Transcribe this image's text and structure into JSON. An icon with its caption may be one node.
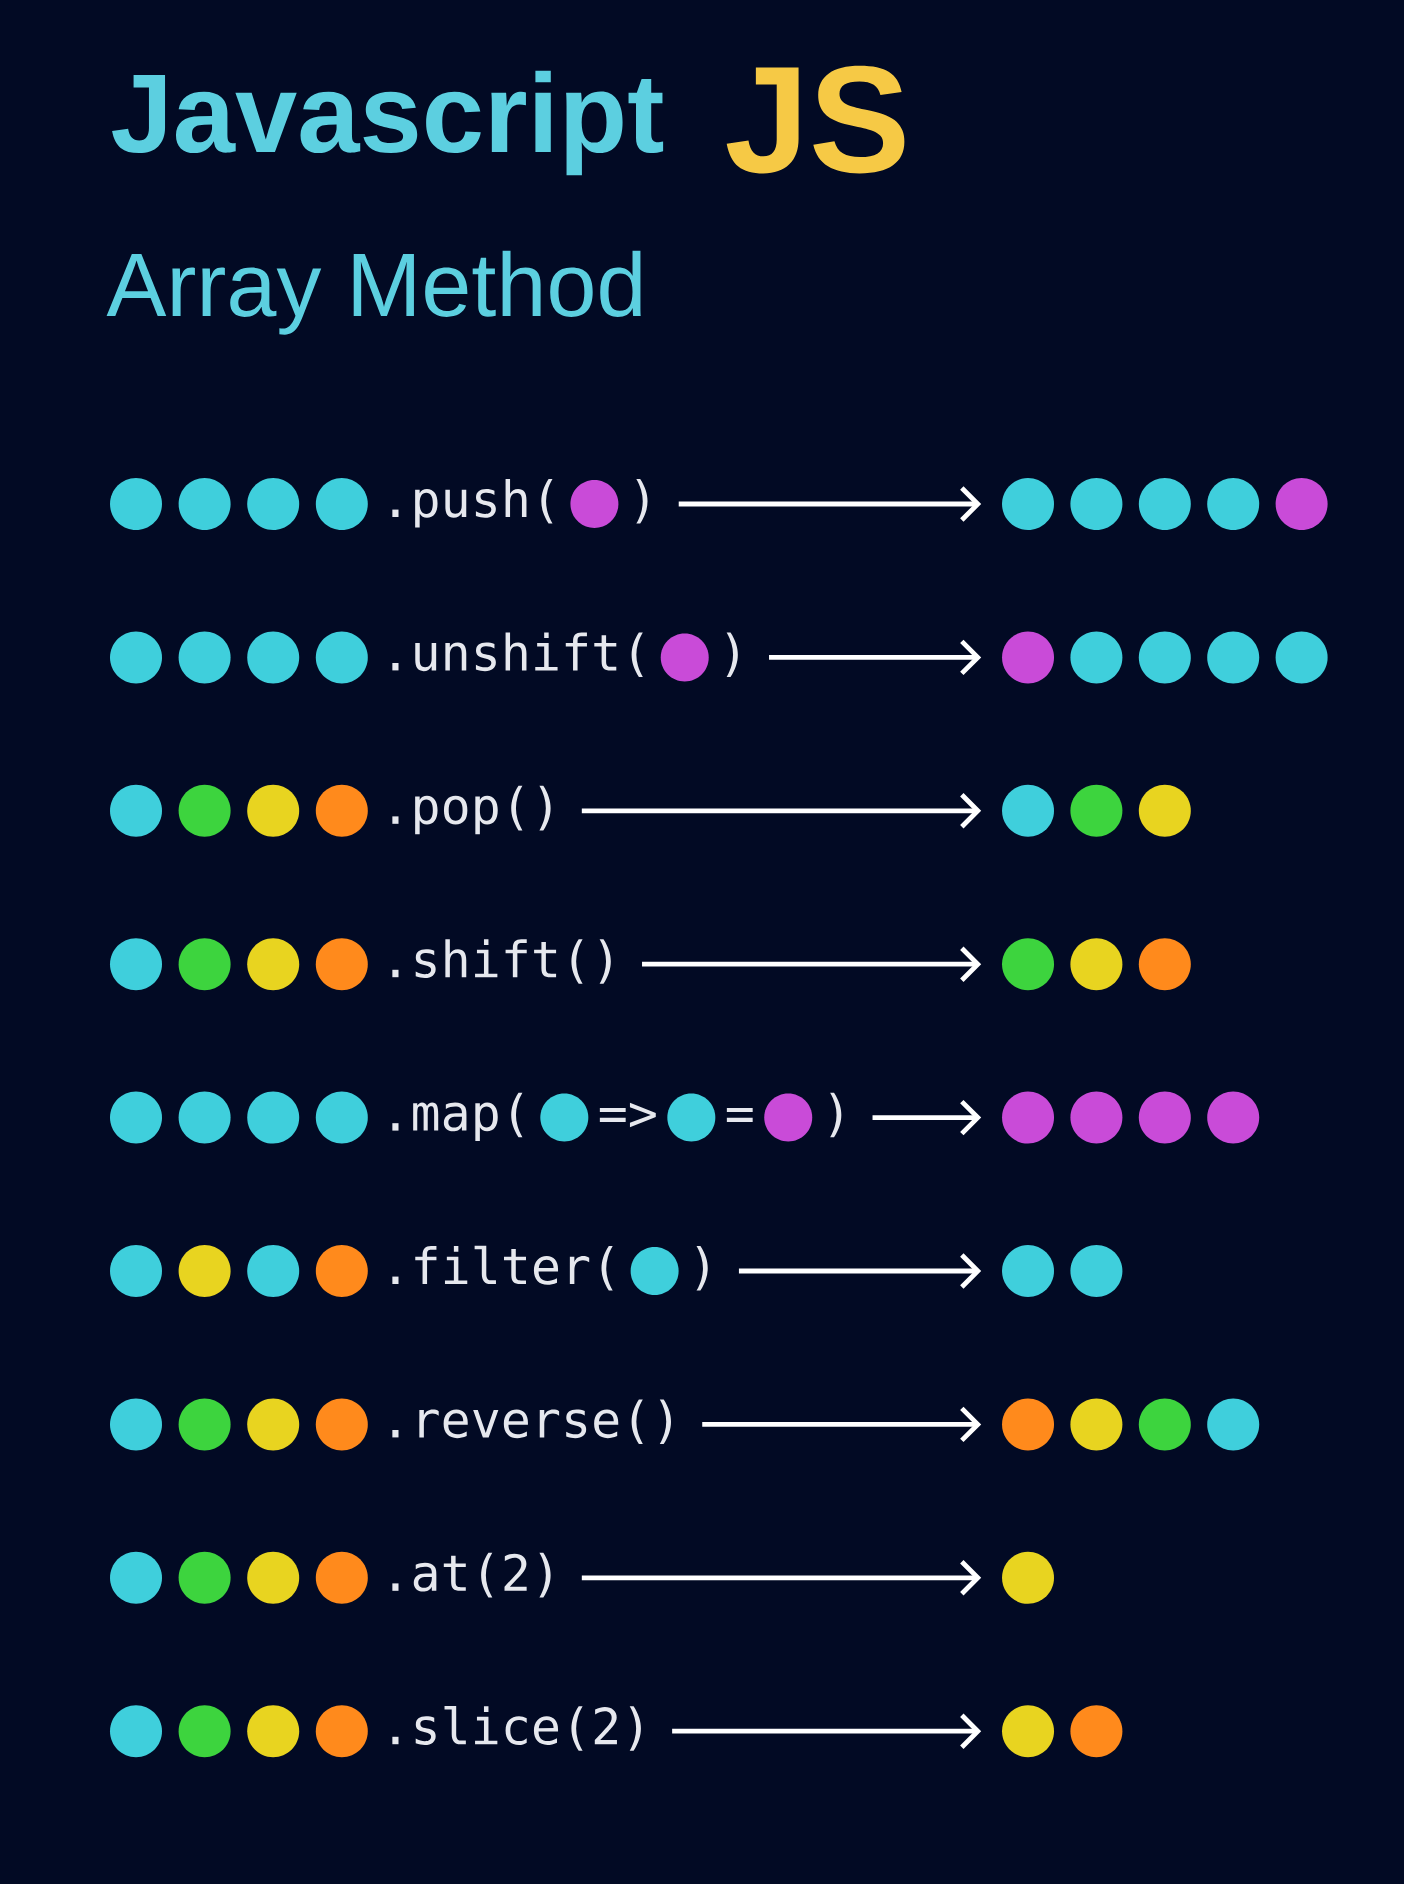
{
  "diagram": {
    "title": "Javascript",
    "nodes": [
      {
        "text": [
          ".push(",
          ")"
        ]
      },
      {
        "text": [],
        "shape": "circle"
      },
      {
        "text": [
          ".unshift(",
          ")"
        ]
      },
      {
        "text": [],
        "shape": "circle"
      },
      {
        "text": [
          ".pop()"
        ]
      },
      {
        "text": [],
        "shape": "circle"
      },
      {
        "text": [
          ".shift()"
        ]
      },
      {
        "text": [],
        "shape": "circle"
      },
      {
        "text": [
          ".map(",
          "=>",
          "=",
          ")"
        ]
      },
      {
        "text": [],
        "shape": "circle"
      },
      {
        "text": [
          ".filter(",
          ")"
        ]
      },
      {
        "text": [],
        "shape": "circle"
      },
      {
        "text": [
          ".reverse()"
        ]
      },
      {
        "text": [],
        "shape": "circle"
      },
      {
        "text": [
          ".at(2)"
        ]
      },
      {
        "text": [],
        "shape": "circle"
      },
      {
        "text": [
          ".slice(2)"
        ]
      },
      {
        "text": [],
        "shape": "circle"
      }
    ],
    "edges": [
      {
        "from": 0,
        "to": 1,
        "arrow": "to"
      },
      {
        "from": 2,
        "to": 3,
        "arrow": "to"
      },
      {
        "from": 4,
        "to": 5,
        "arrow": "to"
      },
      {
        "from": 6,
        "to": 7,
        "arrow": "to"
      },
      {
        "from": 8,
        "to": 9,
        "arrow": "to"
      },
      {
        "from": 10,
        "to": 11,
        "arrow": "to"
      },
      {
        "from": 12,
        "to": 13,
        "arrow": "to"
      },
      {
        "from": 14,
        "to": 15,
        "arrow": "to"
      },
      {
        "from": 16,
        "to": 17,
        "arrow": "to"
      }
    ],
    "labels": [
      "JS",
      "Array Method"
    ]
  }
}
